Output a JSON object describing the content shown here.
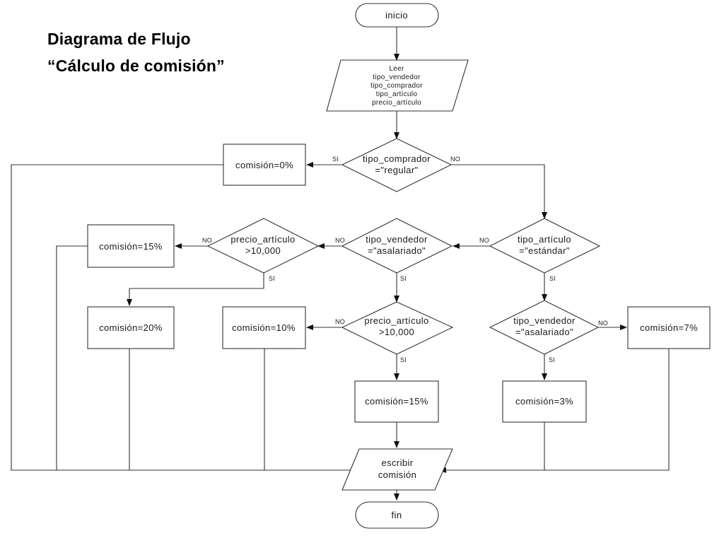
{
  "title": {
    "line1": "Diagrama de Flujo",
    "line2": "“Cálculo de comisión”"
  },
  "nodes": {
    "inicio": "inicio",
    "leer": [
      "Leer",
      "tipo_vendedor",
      "tipo_comprador",
      "tipo_artículo",
      "precio_artículo"
    ],
    "d_comprador": [
      "tipo_comprador",
      "=\"regular\""
    ],
    "c0": "comisión=0%",
    "d_articulo": [
      "tipo_artículo",
      "=\"estándar\""
    ],
    "d_vendedor1": [
      "tipo_vendedor",
      "=\"asalariado\""
    ],
    "d_precio1": [
      "precio_artículo",
      ">10,000"
    ],
    "c15_top": "comisión=15%",
    "c20": "comisión=20%",
    "d_precio2": [
      "precio_artículo",
      ">10,000"
    ],
    "c10": "comisión=10%",
    "c15_mid": "comisión=15%",
    "d_vendedor2": [
      "tipo_vendedor",
      "=\"asalariado\""
    ],
    "c7": "comisión=7%",
    "c3": "comisión=3%",
    "escribir": [
      "escribir",
      "comisión"
    ],
    "fin": "fin"
  },
  "branch_labels": {
    "yes": "SI",
    "no": "NO"
  }
}
